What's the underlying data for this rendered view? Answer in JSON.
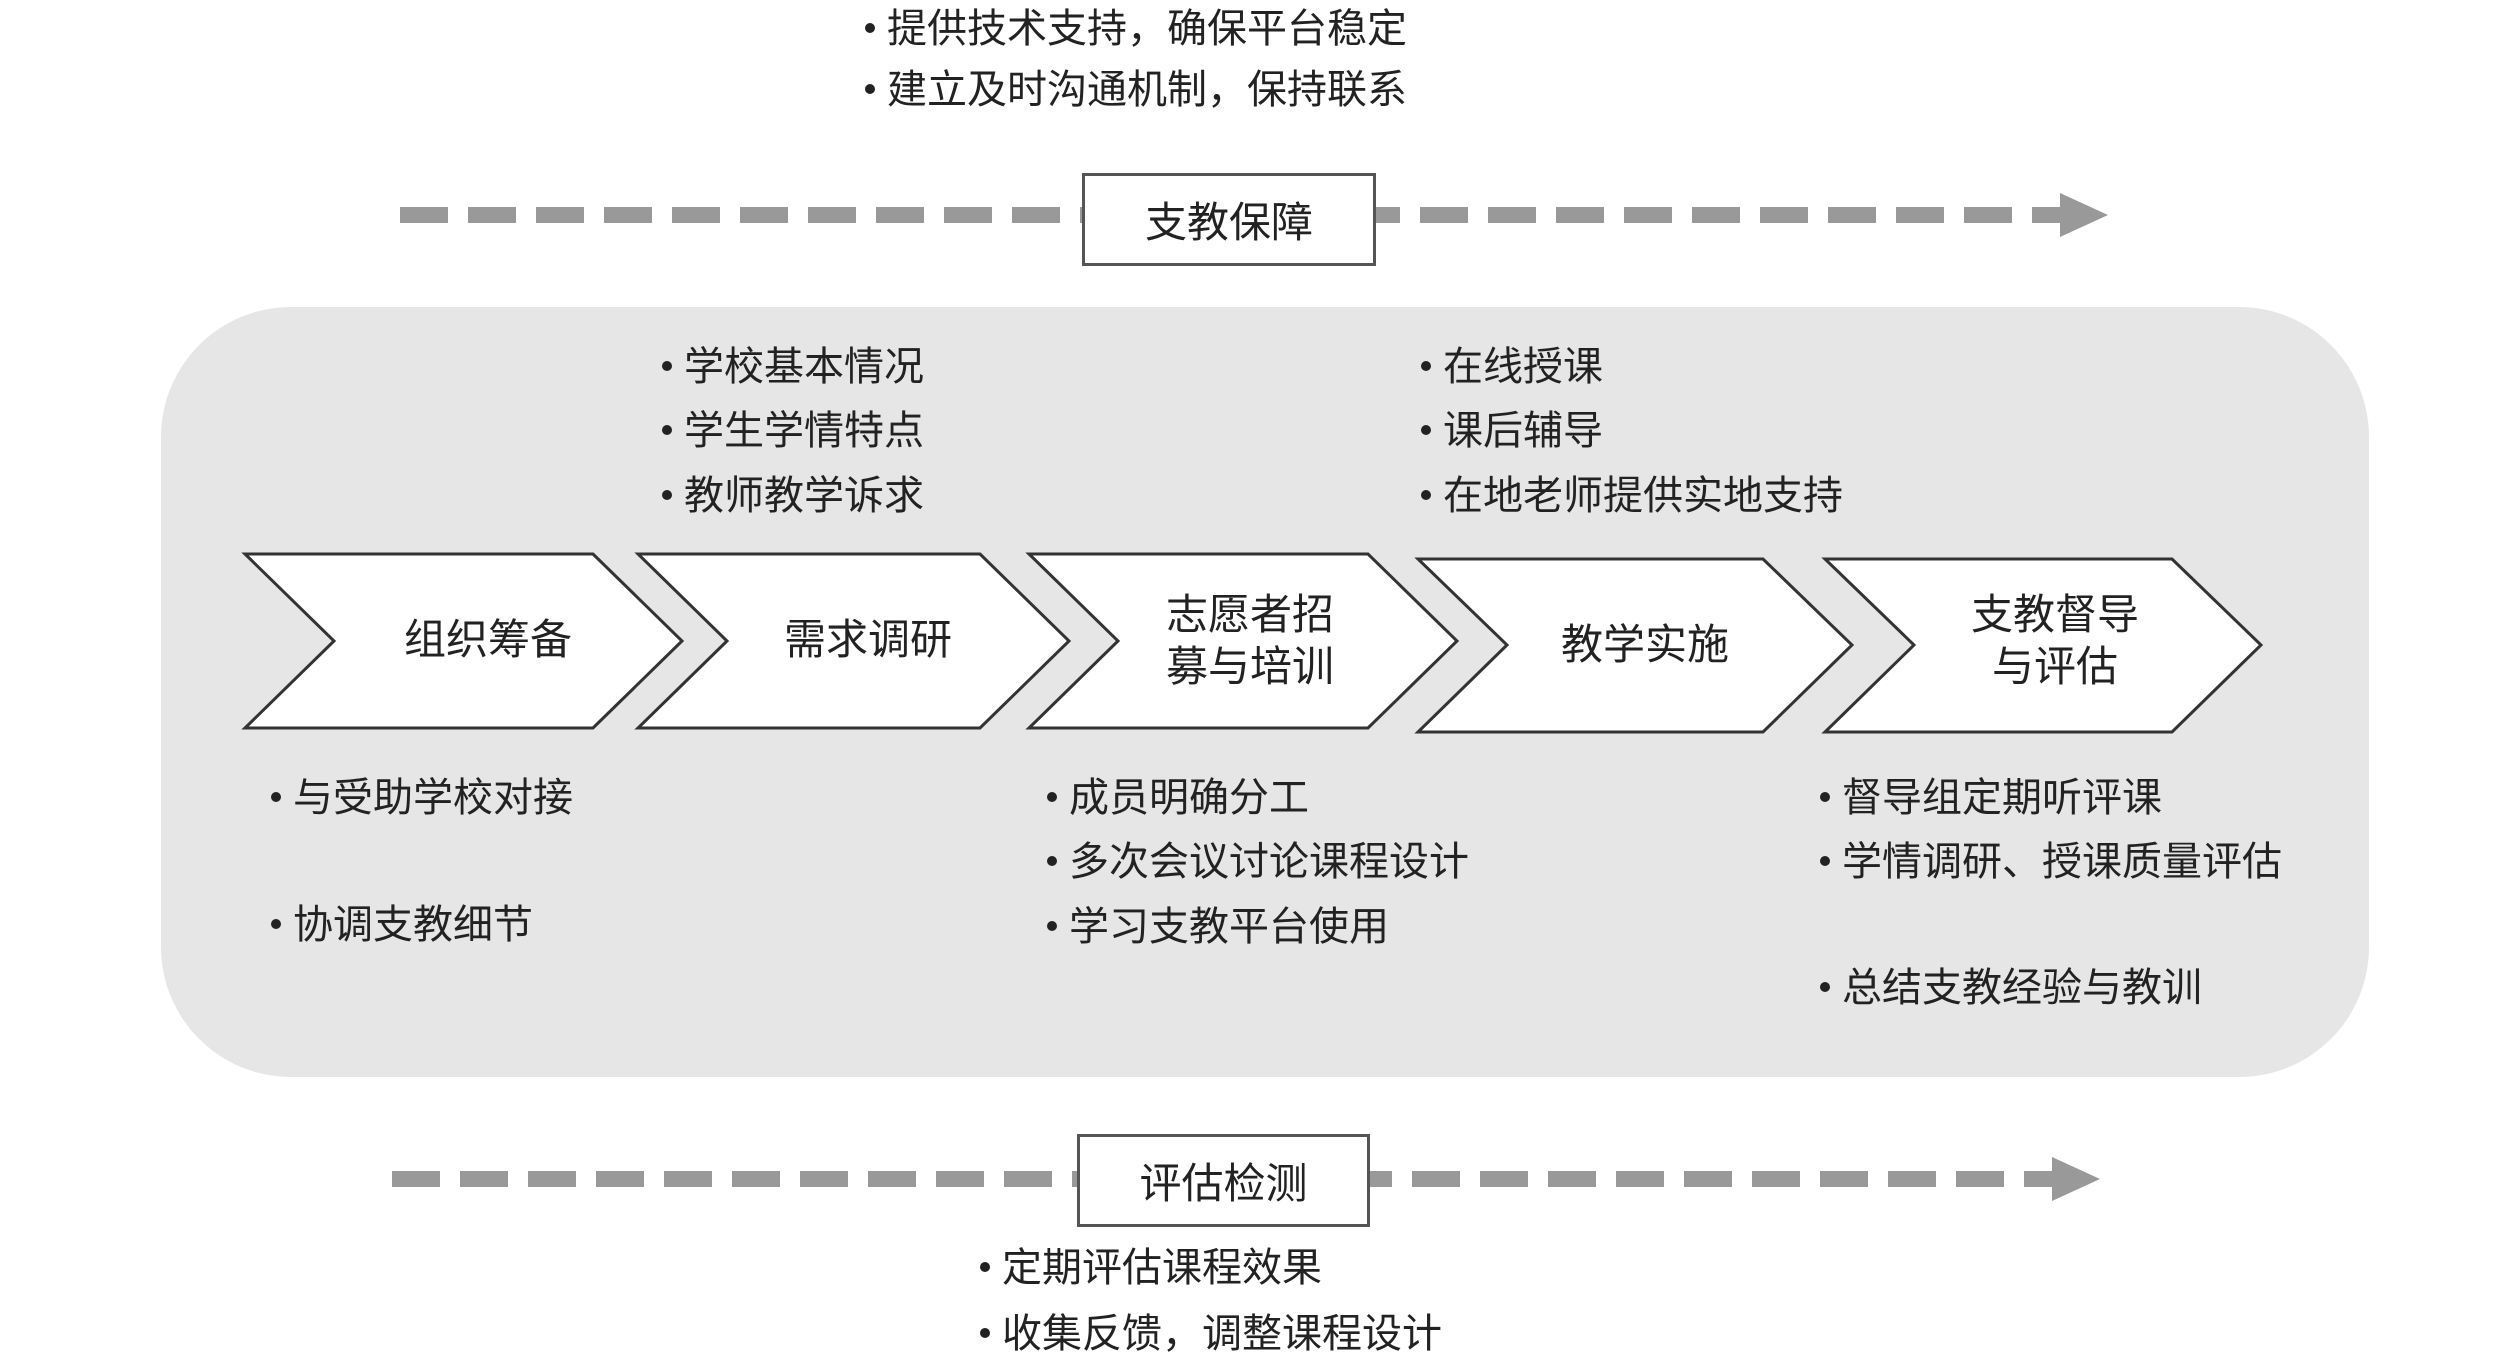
{
  "support": {
    "label": "支教保障",
    "bullets": [
      "提供技术支持，确保平台稳定",
      "建立及时沟通机制，保持联系"
    ]
  },
  "stages": [
    {
      "label_lines": [
        "组织筹备"
      ],
      "bullets": [
        "与受助学校对接",
        "协调支教细节"
      ]
    },
    {
      "label_lines": [
        "需求调研"
      ],
      "bullets": [
        "学校基本情况",
        "学生学情特点",
        "教师教学诉求"
      ]
    },
    {
      "label_lines": [
        "志愿者招",
        "募与培训"
      ],
      "bullets": [
        "成员明确分工",
        "多次会议讨论课程设计",
        "学习支教平台使用"
      ]
    },
    {
      "label_lines": [
        "教学实施"
      ],
      "bullets": [
        "在线授课",
        "课后辅导",
        "在地老师提供实地支持"
      ]
    },
    {
      "label_lines": [
        "支教督导",
        "与评估"
      ],
      "bullets": [
        "督导组定期听评课",
        "学情调研、授课质量评估",
        "总结支教经验与教训"
      ]
    }
  ],
  "evaluation": {
    "label": "评估检测",
    "bullets": [
      "定期评估课程效果",
      "收集反馈，调整课程设计"
    ]
  },
  "colors": {
    "panel": "#e6e6e7",
    "dash": "#999999",
    "border": "#555555"
  }
}
